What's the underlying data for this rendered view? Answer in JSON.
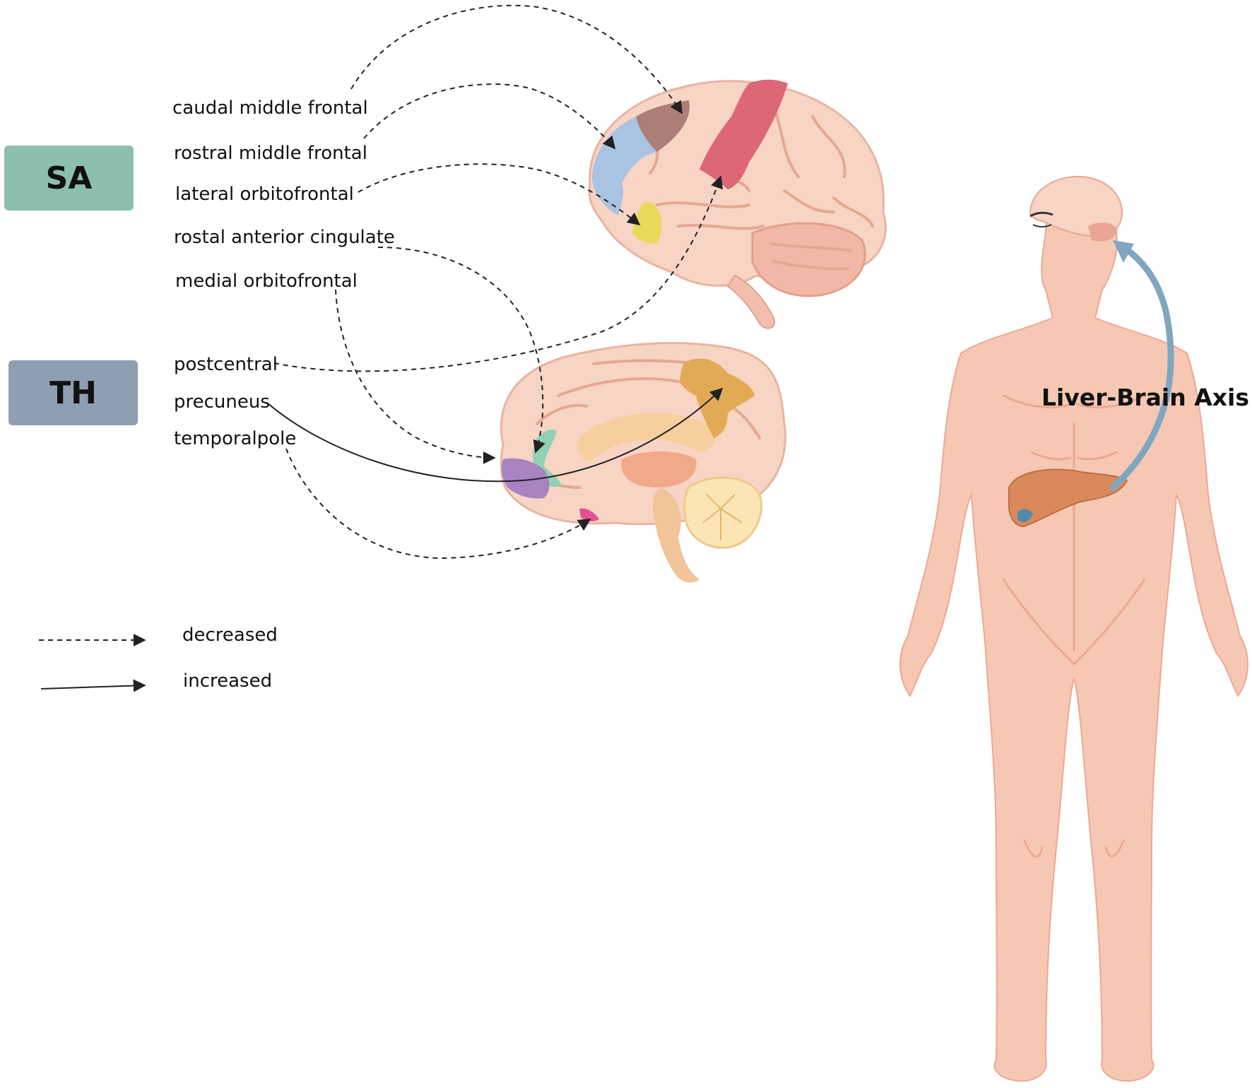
{
  "groups": {
    "sa": {
      "label": "SA",
      "color": "#8dbfad"
    },
    "th": {
      "label": "TH",
      "color": "#8f9fb2"
    }
  },
  "regions": [
    {
      "label": "caudal middle frontal",
      "effect": "decreased",
      "color": "#ad7e77"
    },
    {
      "label": "rostral middle frontal",
      "effect": "decreased",
      "color": "#a9c3e2"
    },
    {
      "label": "lateral orbitofrontal",
      "effect": "decreased",
      "color": "#e8d95a"
    },
    {
      "label": "rostal anterior cingulate",
      "effect": "decreased",
      "color": "#93cfb4"
    },
    {
      "label": "medial orbitofrontal",
      "effect": "decreased",
      "color": "#a883c0"
    },
    {
      "label": "postcentral",
      "effect": "decreased",
      "color": "#dd6777"
    },
    {
      "label": "precuneus",
      "effect": "increased",
      "color": "#e2aa55"
    },
    {
      "label": "temporalpole",
      "effect": "decreased",
      "color": "#e44f96"
    }
  ],
  "legend": {
    "decreased": "decreased",
    "increased": "increased"
  },
  "axis_label": "Liver-Brain Axis",
  "colors": {
    "skin": "#f6c8b3",
    "skin_shade": "#eaa994",
    "brain": "#f7d4c4",
    "brain_fold": "#e4a893",
    "liver": "#d9895c",
    "axis_arrow": "#7fa7bf",
    "line": "#222222"
  }
}
